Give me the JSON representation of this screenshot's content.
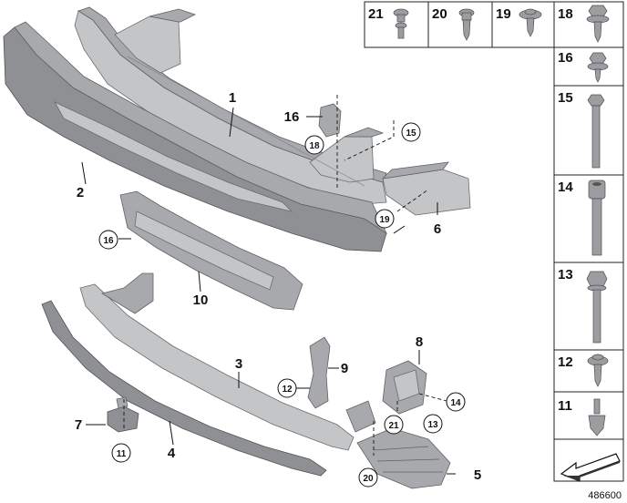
{
  "diagram": {
    "catalog_number": "486600",
    "callouts": [
      {
        "id": "c1",
        "label": "1"
      },
      {
        "id": "c2",
        "label": "2"
      },
      {
        "id": "c3",
        "label": "3"
      },
      {
        "id": "c4",
        "label": "4"
      },
      {
        "id": "c5",
        "label": "5"
      },
      {
        "id": "c6",
        "label": "6"
      },
      {
        "id": "c7",
        "label": "7"
      },
      {
        "id": "c8",
        "label": "8"
      },
      {
        "id": "c9",
        "label": "9"
      },
      {
        "id": "c10",
        "label": "10"
      },
      {
        "id": "c16",
        "label": "16"
      }
    ],
    "circled_refs": [
      {
        "id": "r15",
        "label": "15"
      },
      {
        "id": "r18",
        "label": "18"
      },
      {
        "id": "r19",
        "label": "19"
      },
      {
        "id": "r16",
        "label": "16"
      },
      {
        "id": "r12",
        "label": "12"
      },
      {
        "id": "r14",
        "label": "14"
      },
      {
        "id": "r13",
        "label": "13"
      },
      {
        "id": "r21",
        "label": "21"
      },
      {
        "id": "r11",
        "label": "11"
      },
      {
        "id": "r20",
        "label": "20"
      }
    ],
    "hardware_top_row": [
      {
        "label": "21",
        "icon": "rivet-screw-icon"
      },
      {
        "label": "20",
        "icon": "torx-screw-icon"
      },
      {
        "label": "19",
        "icon": "collar-screw-icon"
      },
      {
        "label": "18",
        "icon": "hex-collar-screw-icon"
      }
    ],
    "hardware_column": [
      {
        "label": "16",
        "icon": "hex-flange-screw-icon"
      },
      {
        "label": "15",
        "icon": "hex-bolt-icon"
      },
      {
        "label": "14",
        "icon": "socket-head-bolt-icon"
      },
      {
        "label": "13",
        "icon": "hex-bolt-long-icon"
      },
      {
        "label": "12",
        "icon": "collar-screw-icon"
      },
      {
        "label": "11",
        "icon": "expansion-rivet-icon"
      }
    ]
  }
}
